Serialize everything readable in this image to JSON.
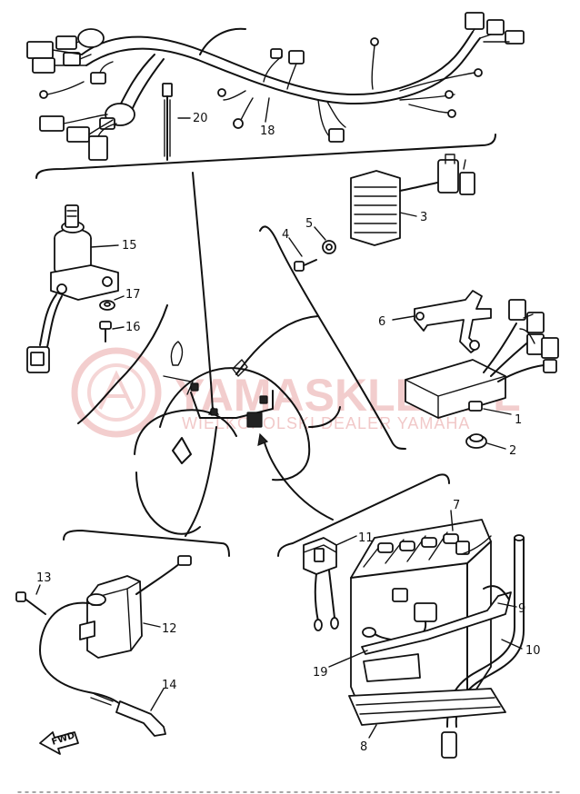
{
  "watermark": {
    "brand": "YAMASKLEP.PL",
    "tagline": "WIELKOPOLSKI DEALER YAMAHA",
    "color": "#e9a5a5",
    "logo_icon": "tuning-fork-emblem-icon"
  },
  "direction_arrow": {
    "label": "FWD"
  },
  "callouts": [
    {
      "id": "1",
      "text": "1"
    },
    {
      "id": "2",
      "text": "2"
    },
    {
      "id": "3",
      "text": "3"
    },
    {
      "id": "4",
      "text": "4"
    },
    {
      "id": "5",
      "text": "5"
    },
    {
      "id": "6",
      "text": "6"
    },
    {
      "id": "7",
      "text": "7"
    },
    {
      "id": "8",
      "text": "8"
    },
    {
      "id": "9",
      "text": "9"
    },
    {
      "id": "10",
      "text": "10"
    },
    {
      "id": "11",
      "text": "11"
    },
    {
      "id": "12",
      "text": "12"
    },
    {
      "id": "13",
      "text": "13"
    },
    {
      "id": "14",
      "text": "14"
    },
    {
      "id": "15",
      "text": "15"
    },
    {
      "id": "16",
      "text": "16"
    },
    {
      "id": "17",
      "text": "17"
    },
    {
      "id": "18",
      "text": "18"
    },
    {
      "id": "19",
      "text": "19"
    },
    {
      "id": "20",
      "text": "20"
    }
  ]
}
